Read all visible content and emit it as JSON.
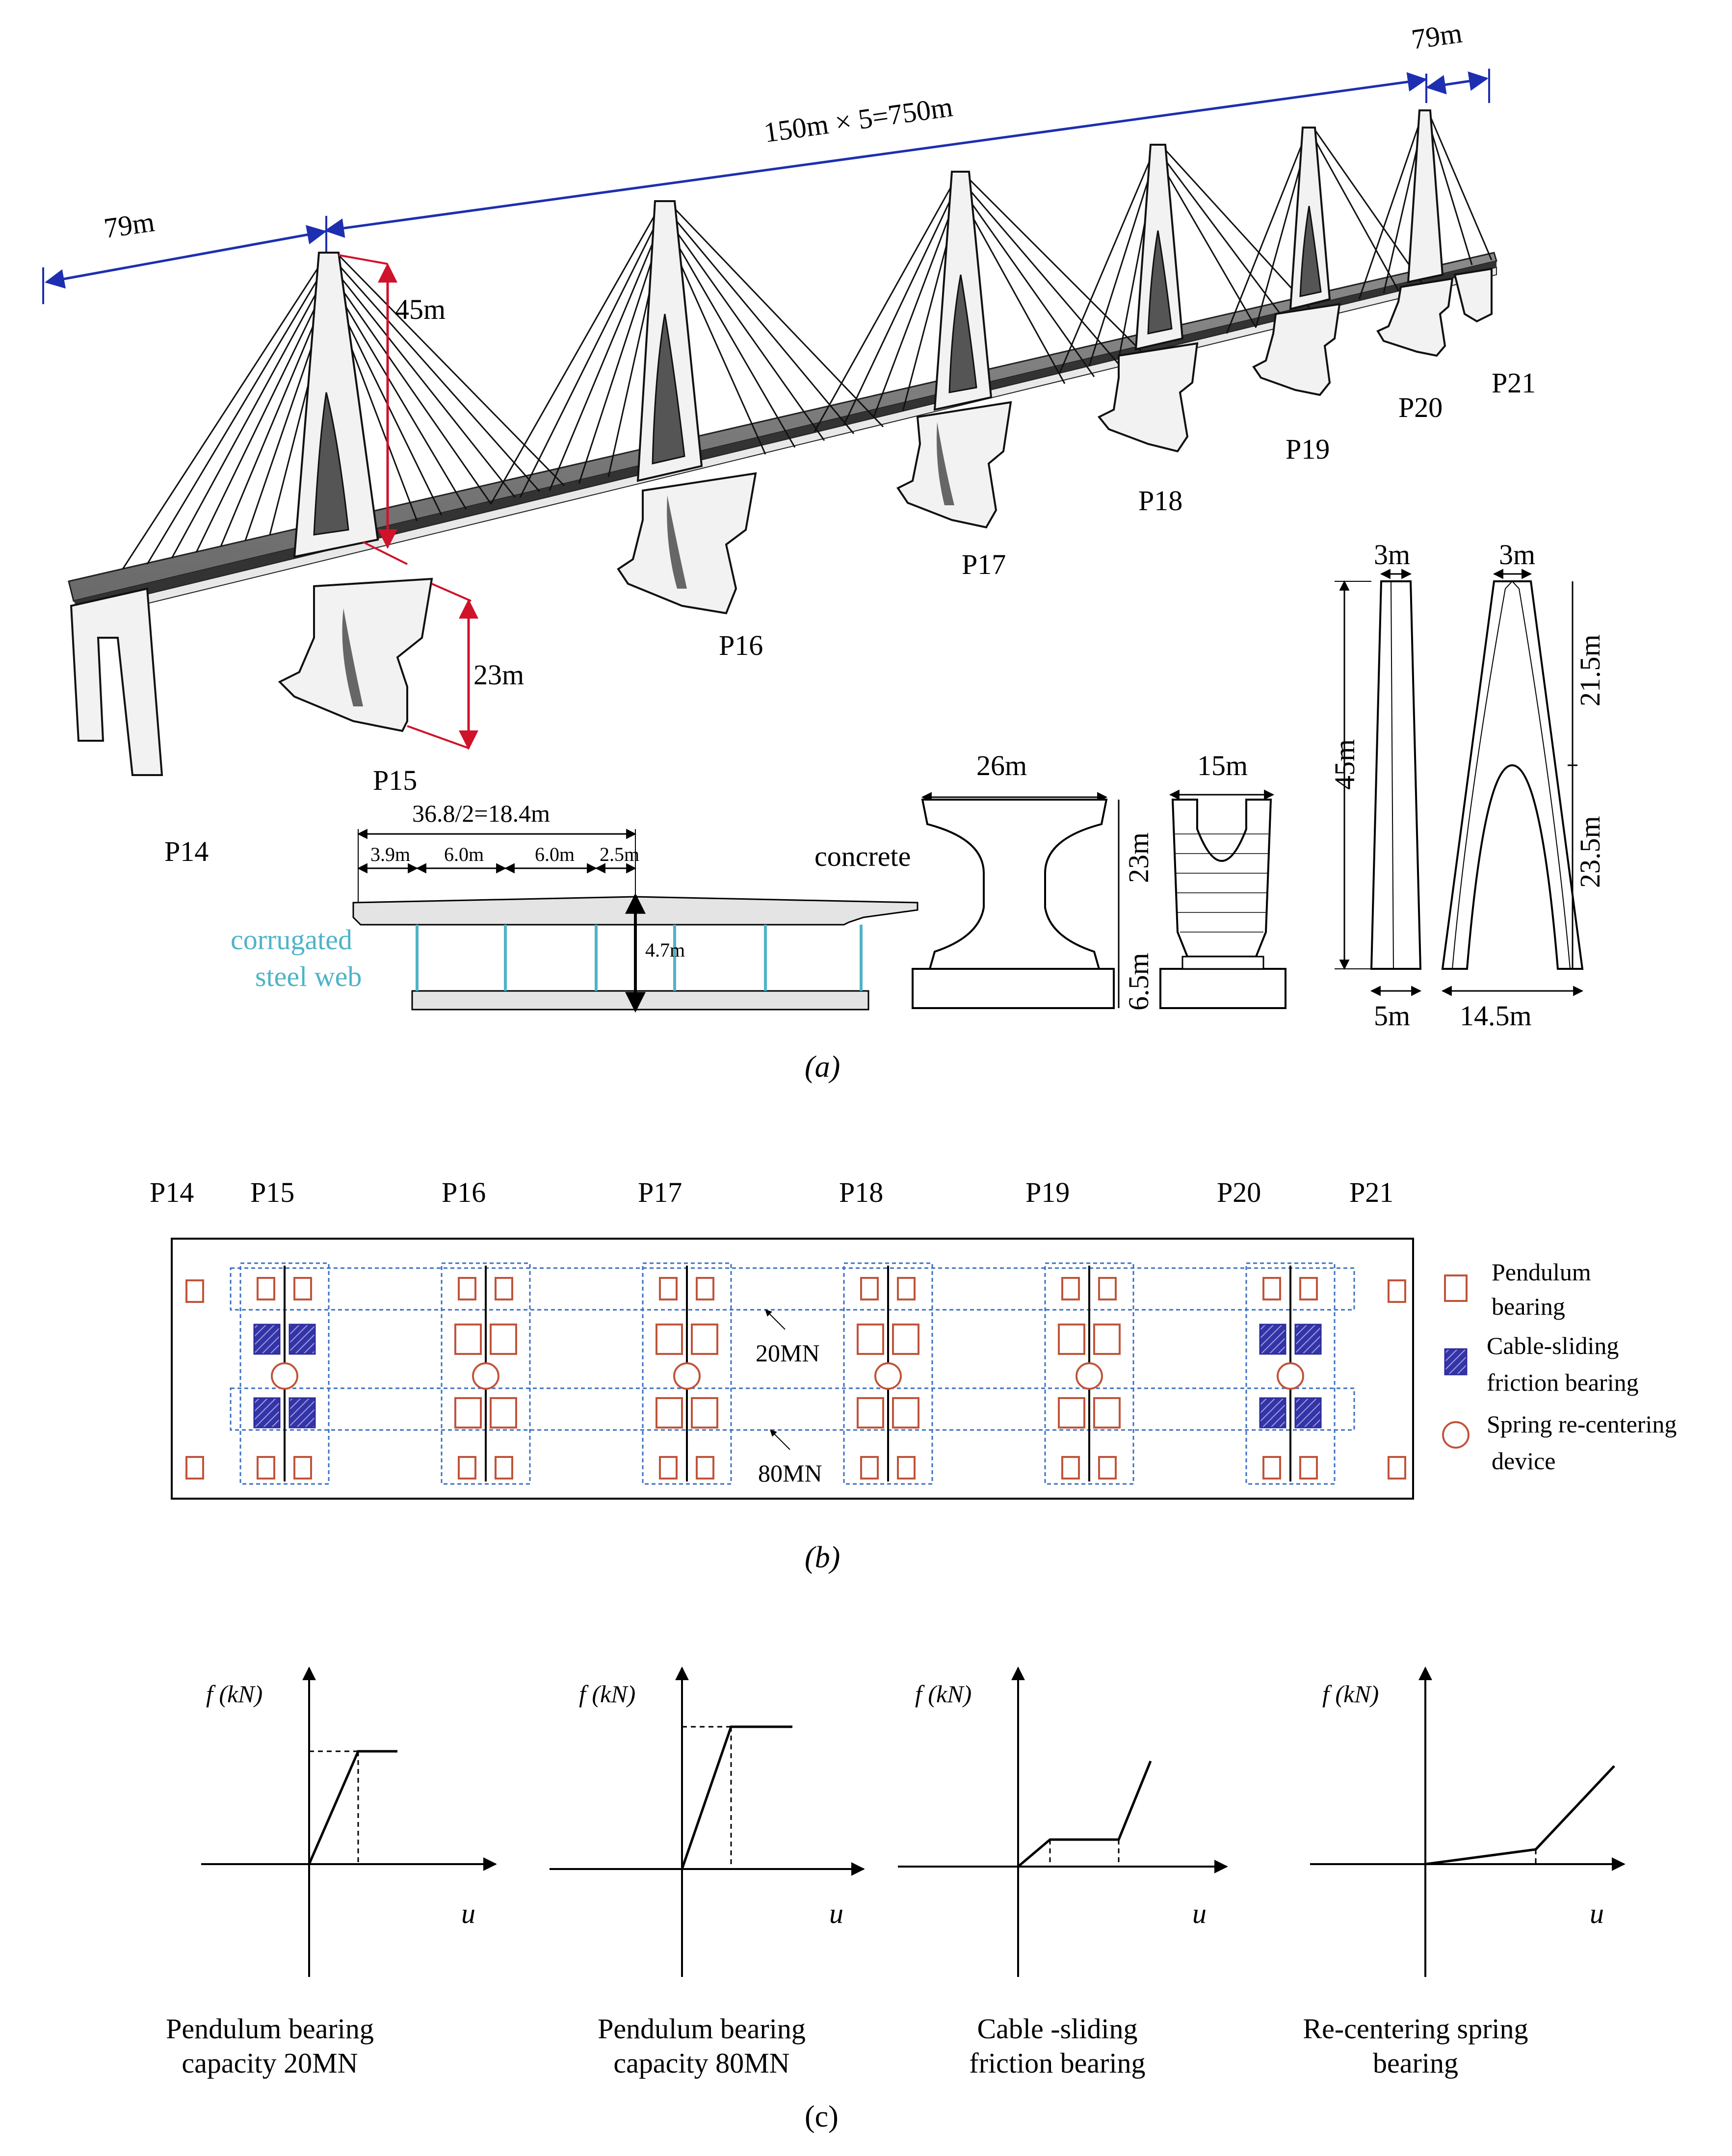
{
  "panel_a": {
    "dim_total": "150m × 5=750m",
    "dim_left_span": "79m",
    "dim_right_span": "79m",
    "dim_tower_height": "45m",
    "dim_pier_height": "23m",
    "piers": [
      "P14",
      "P15",
      "P16",
      "P17",
      "P18",
      "P19",
      "P20",
      "P21"
    ],
    "section": {
      "half_width": "36.8/2=18.4m",
      "widths": [
        "3.9m",
        "6.0m",
        "6.0m",
        "2.5m"
      ],
      "depth": "4.7m",
      "web_label_line1": "corrugated",
      "web_label_line2": "steel web"
    },
    "pier_detail": {
      "material": "concrete",
      "top_width": "26m",
      "side_width": "15m",
      "shaft_height": "23m",
      "base_height": "6.5m"
    },
    "tower_detail": {
      "top_side": "3m",
      "top_front": "3m",
      "height": "45m",
      "upper": "21.5m",
      "lower": "23.5m",
      "base_side": "5m",
      "base_front": "14.5m"
    },
    "caption": "(a)"
  },
  "panel_b": {
    "piers": [
      "P14",
      "P15",
      "P16",
      "P17",
      "P18",
      "P19",
      "P20",
      "P21"
    ],
    "label_20": "20MN",
    "label_80": "80MN",
    "legend": [
      {
        "line1": "Pendulum",
        "line2": "bearing"
      },
      {
        "line1": "Cable-sliding",
        "line2": "friction bearing"
      },
      {
        "line1": "Spring re-centering",
        "line2": "device"
      }
    ],
    "colors": {
      "pendulum": "#c0543a",
      "cable": "#2c2c9c",
      "spring": "#c0543a",
      "dashed": "#3a6fc4"
    },
    "caption": "(b)"
  },
  "panel_c": {
    "ylabel": "f (kN)",
    "xlabel": "u",
    "plots": [
      {
        "line1": "Pendulum bearing",
        "line2": "capacity 20MN"
      },
      {
        "line1": "Pendulum bearing",
        "line2": "capacity 80MN"
      },
      {
        "line1": "Cable -sliding",
        "line2": "friction bearing"
      },
      {
        "line1": "Re-centering spring",
        "line2": "bearing"
      }
    ],
    "caption": "(c)"
  }
}
